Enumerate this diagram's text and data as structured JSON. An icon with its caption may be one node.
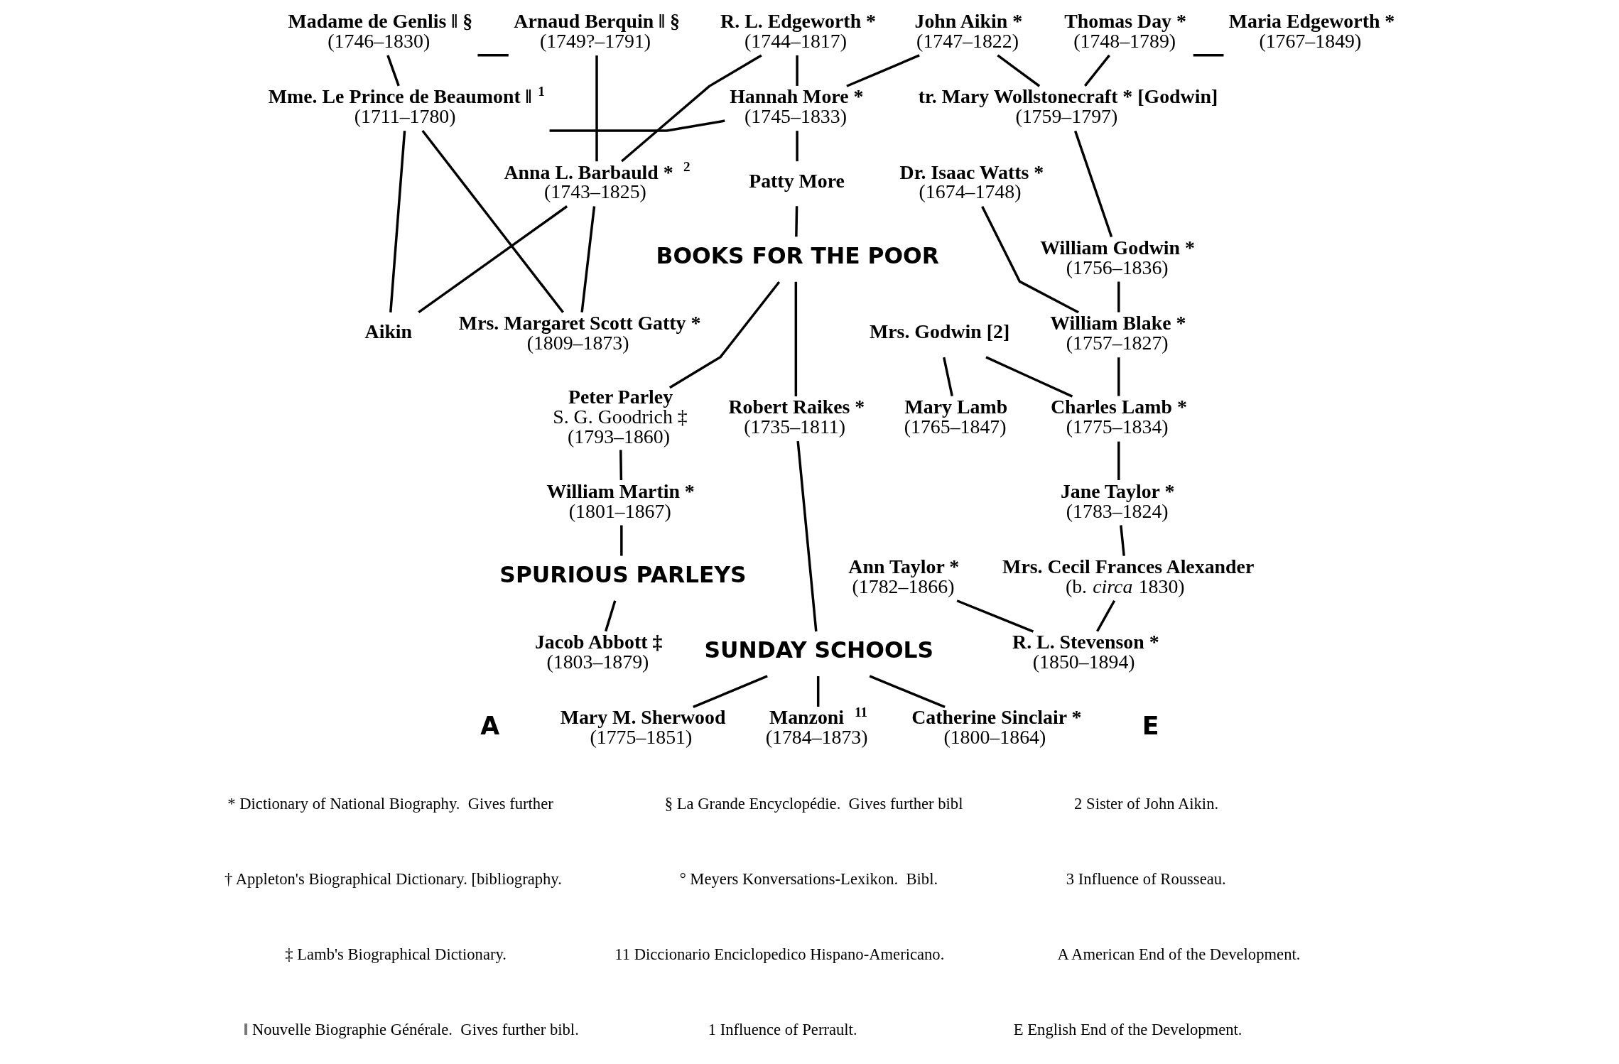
{
  "diagram": {
    "nodes": [
      {
        "text": [
          "Madame de Genlis ‖ §",
          "(1746–1830)"
        ]
      },
      {
        "text": [
          "Arnaud Berquin ‖ §",
          "(1749?–1791)"
        ]
      },
      {
        "text": [
          "R. L. Edgeworth *",
          "(1744–1817)"
        ]
      },
      {
        "text": [
          "John Aikin *",
          "(1747–1822)"
        ]
      },
      {
        "text": [
          "Thomas Day *",
          "(1748–1789)"
        ]
      },
      {
        "text": [
          "Maria Edgeworth *",
          "(1767–1849)"
        ]
      },
      {
        "text": [
          "Anna L. Barbauld * $^{2}$",
          "(1743–1825)"
        ]
      },
      {
        "text": [
          "Mme. Le Prince de Beaumont ‖ $^{1}$",
          "(1711–1780)"
        ]
      },
      {
        "text": [
          "Hannah More *",
          "(1745–1833)"
        ]
      },
      {
        "text": [
          "tr. Mary Wollstonecraft * [Godwin]",
          "(1759–1797)"
        ]
      },
      {
        "text": [
          "Patty More"
        ]
      },
      {
        "text": [
          "Dr. Isaac Watts *",
          "(1674–1748)"
        ]
      },
      {
        "text": [
          "BOOKS FOR THE POOR"
        ]
      },
      {
        "text": [
          "William Godwin *",
          "(1756–1836)"
        ]
      },
      {
        "text": [
          "Aikin"
        ]
      },
      {
        "text": [
          "Mrs. Margaret Scott Gatty *",
          "(1809–1873)"
        ]
      },
      {
        "text": [
          "Mrs. Godwin [2]"
        ]
      },
      {
        "text": [
          "William Blake *",
          "(1757–1827)"
        ]
      },
      {
        "text": [
          "Peter Parley",
          "S. G. Goodrich ‡",
          "(1793–1860)"
        ]
      },
      {
        "text": [
          "Robert Raikes *",
          "(1735–1811)"
        ]
      },
      {
        "text": [
          "Mary Lamb",
          "(1765–1847)"
        ]
      },
      {
        "text": [
          "Charles Lamb *",
          "(1775–1834)"
        ]
      },
      {
        "text": [
          "William Martin *",
          "(1801–1867)"
        ]
      },
      {
        "text": [
          "Jane Taylor *",
          "(1783–1824)"
        ]
      },
      {
        "text": [
          "Ann Taylor *",
          "(1782–1866)"
        ]
      },
      {
        "text": [
          "Mrs. Cecil Frances Alexander",
          "(b. *circa* 1830)"
        ]
      },
      {
        "text": [
          "SPURIOUS PARLEYS"
        ]
      },
      {
        "text": [
          "Jacob Abbott ‡",
          "(1803–1879)"
        ]
      },
      {
        "text": [
          "R. L. Stevenson *",
          "(1850–1894)"
        ]
      },
      {
        "text": [
          "SUNDAY SCHOOLS"
        ]
      },
      {
        "text": [
          "Mary M. Sherwood",
          "(1775–1851)"
        ]
      },
      {
        "text": [
          "Manzoni $^{11}$",
          "(1784–1873)"
        ]
      },
      {
        "text": [
          "Catherine Sinclair *",
          "(1800–1864)"
        ]
      }
    ],
    "edges": [
      {
        "from": 0,
        "to": 1,
        "arrow": "none"
      },
      {
        "from": 1,
        "to": 6,
        "arrow": "none"
      },
      {
        "from": 6,
        "to": 2,
        "arrow": "none"
      },
      {
        "from": 2,
        "to": 8,
        "arrow": "none"
      },
      {
        "from": 8,
        "to": 3,
        "arrow": "none"
      },
      {
        "from": 3,
        "to": 9,
        "arrow": "none"
      },
      {
        "from": 9,
        "to": 4,
        "arrow": "none"
      },
      {
        "from": 4,
        "to": 5,
        "arrow": "none"
      },
      {
        "from": 0,
        "to": 7,
        "arrow": "none"
      },
      {
        "from": 8,
        "to": 7,
        "arrow": "none"
      },
      {
        "from": 6,
        "to": 14,
        "arrow": "none"
      },
      {
        "from": 6,
        "to": 15,
        "arrow": "none"
      },
      {
        "from": 7,
        "to": 14,
        "arrow": "none"
      },
      {
        "from": 7,
        "to": 15,
        "arrow": "none"
      },
      {
        "from": 8,
        "to": 10,
        "arrow": "none"
      },
      {
        "from": 10,
        "to": 12,
        "arrow": "none"
      },
      {
        "from": 12,
        "to": 18,
        "arrow": "none"
      },
      {
        "from": 12,
        "to": 19,
        "arrow": "none"
      },
      {
        "from": 9,
        "to": 13,
        "arrow": "none"
      },
      {
        "from": 13,
        "to": 17,
        "arrow": "none"
      },
      {
        "from": 11,
        "to": 17,
        "arrow": "none"
      },
      {
        "from": 16,
        "to": 20,
        "arrow": "none"
      },
      {
        "from": 16,
        "to": 21,
        "arrow": "none"
      },
      {
        "from": 17,
        "to": 21,
        "arrow": "none"
      },
      {
        "from": 18,
        "to": 22,
        "arrow": "none"
      },
      {
        "from": 22,
        "to": 26,
        "arrow": "none"
      },
      {
        "from": 26,
        "to": 27,
        "arrow": "none"
      },
      {
        "from": 21,
        "to": 23,
        "arrow": "none"
      },
      {
        "from": 23,
        "to": 25,
        "arrow": "none"
      },
      {
        "from": 24,
        "to": 28,
        "arrow": "none"
      },
      {
        "from": 25,
        "to": 28,
        "arrow": "none"
      },
      {
        "from": 19,
        "to": 29,
        "arrow": "none"
      },
      {
        "from": 29,
        "to": 30,
        "arrow": "none"
      },
      {
        "from": 29,
        "to": 31,
        "arrow": "none"
      },
      {
        "from": 29,
        "to": 32,
        "arrow": "none"
      }
    ],
    "labels": [
      "A",
      "E",
      "* Dictionary of National Biography.  Gives further",
      "§ La Grande Encyclopédie.  Gives further bibl",
      "2 Sister of John Aikin.",
      "† Appleton's Biographical Dictionary. [bibliography.",
      "° Meyers Konversations-Lexikon.  Bibl.",
      "3 Influence of Rousseau.",
      "‡ Lamb's Biographical Dictionary.",
      "11 Diccionario Enciclopedico Hispano-Americano.",
      "A American End of the Development.",
      "‖ Nouvelle Biographie Générale.  Gives further bibl.",
      "1 Influence of Perrault.",
      "E English End of the Development."
    ]
  }
}
